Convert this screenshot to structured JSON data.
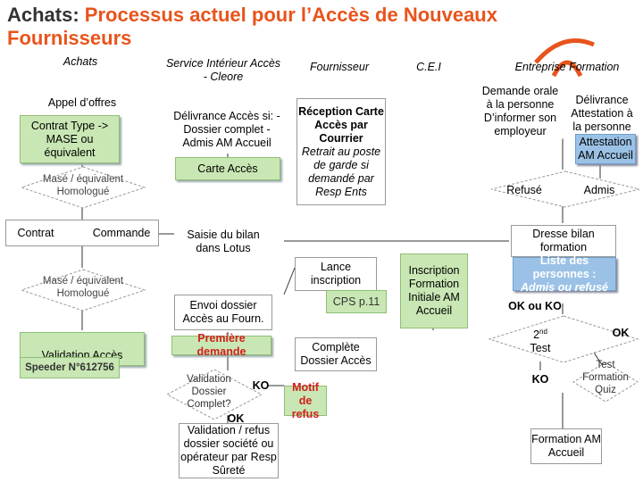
{
  "title": {
    "part1": "Achats: ",
    "part2": "Processus actuel pour l’Accès de Nouveaux Fournisseurs"
  },
  "lanes": {
    "achats": "Achats",
    "service": "Service Intérieur Accès - Cleore",
    "fournisseur": "Fournisseur",
    "cei": "C.E.I",
    "entreprise": "Entreprise Formation"
  },
  "achats": {
    "appel": "Appel d’offres",
    "contrat_type": "Contrat Type -> MASE ou équivalent",
    "mase1": "Masé / équivalent Homologué",
    "contrat": "Contrat",
    "commande": "Commande",
    "mase2": "Masé / équivalent Homologué",
    "validation": "Validation Accès",
    "speeder": "Speeder N°612756"
  },
  "service": {
    "delivrance": "Délivrance Accès si: - Dossier complet - Admis AM Accueil",
    "carte": "Carte Accès",
    "saisie": "Saisie du bilan dans Lotus",
    "envoi": "Envoi dossier Accès au Fourn.",
    "premiere": "Première demande",
    "validation_dossier": "Validation Dossier Complet?",
    "ko": "KO",
    "ok": "OK",
    "validation_refus": "Validation / refus dossier société ou opérateur par Resp Sûreté"
  },
  "fournisseur": {
    "reception_title": "Réception Carte Accès par Courrier",
    "reception_note": "Retrait au poste de garde si demandé par Resp Ents",
    "lance": "Lance inscription",
    "cps": "CPS p.11",
    "motif": "Motif de refus",
    "complete": "Complète Dossier Accès"
  },
  "cei": {
    "inscription": "Inscription Formation Initiale AM Accueil"
  },
  "entreprise": {
    "demande": "Demande orale à la personne D’informer son employeur",
    "delivrance": "Délivrance Attestation à la personne",
    "attestation": "Attestation AM Accueil",
    "refuse": "Refusé",
    "admis": "Admis",
    "dresse": "Dresse bilan formation",
    "liste_title": "Liste des personnes :",
    "liste_sub": "Admis ou refusé",
    "okko": "OK ou KO",
    "second_test_num": "2",
    "second_test_sup": "nd",
    "second_test_word": "Test",
    "ok": "OK",
    "ko": "KO",
    "test_quiz": "Test Formation Quiz",
    "formation": "Formation AM Accueil"
  },
  "colors": {
    "title_dark": "#333333",
    "title_accent": "#e8541c",
    "green_box": "#c9e7b4",
    "blue_box": "#9bc2e6",
    "red_text": "#d21e1e"
  }
}
